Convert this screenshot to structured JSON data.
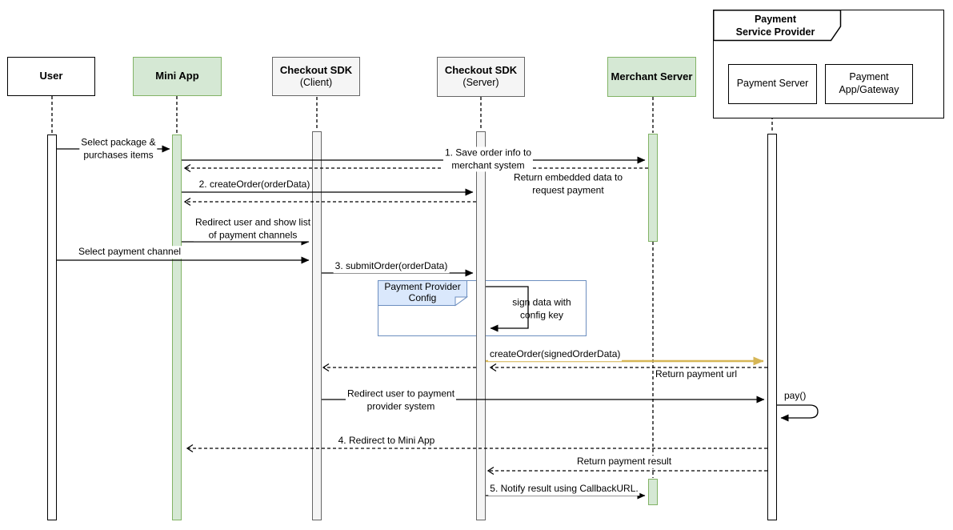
{
  "actors": {
    "user": "User",
    "mini_app": "Mini App",
    "checkout_client_line1": "Checkout SDK",
    "checkout_client_line2": "(Client)",
    "checkout_server_line1": "Checkout SDK",
    "checkout_server_line2": "(Server)",
    "merchant": "Merchant Server",
    "psp_title": "Payment\nService Provider",
    "payment_server": "Payment Server",
    "payment_gateway": "Payment\nApp/Gateway"
  },
  "note": {
    "label": "Payment Provider\nConfig"
  },
  "messages": {
    "select_package": "Select package &\npurchases items",
    "save_order": "1. Save order info to\nmerchant system",
    "return_embedded": "Return embedded data to\nrequest payment",
    "create_order": "2. createOrder(orderData)",
    "redirect_show_list": "Redirect user and show list\nof payment channels",
    "select_channel": "Select payment channel",
    "submit_order": "3. submitOrder(orderData)",
    "sign_data": "sign data with\nconfig key",
    "create_order_signed": "createOrder(signedOrderData)",
    "return_payment_url": "Return payment url",
    "redirect_to_provider": "Redirect user to payment\nprovider system",
    "pay": "pay()",
    "redirect_mini_app": "4. Redirect to Mini App",
    "return_payment_result": "Return payment result",
    "notify_callback": "5. Notify result using CallbackURL."
  },
  "colors": {
    "green_fill": "#d5e8d4",
    "green_border": "#82b366",
    "gray_fill": "#f5f5f5",
    "gray_border": "#666666",
    "note_fill": "#dae8fc",
    "note_border": "#6c8ebf",
    "gold_arrow": "#d6b656",
    "line": "#000000"
  }
}
